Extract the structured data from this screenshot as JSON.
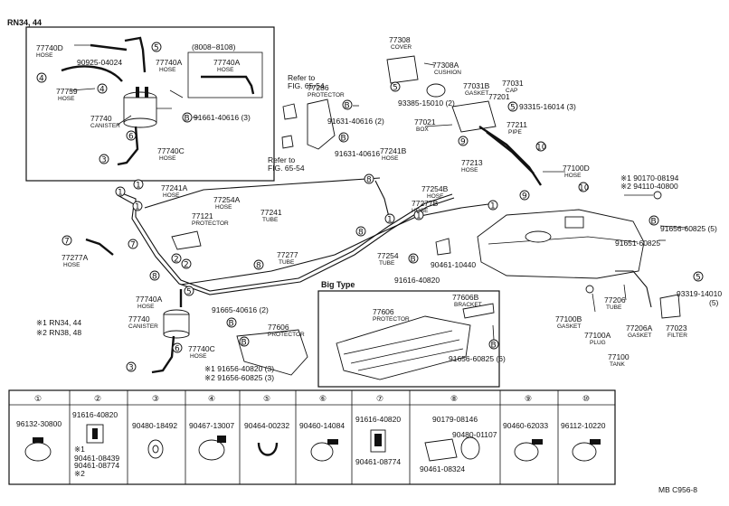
{
  "diagram": {
    "model_label": "RN34, 44",
    "inset_range": "(8008−8108)",
    "legend": {
      "m1": "※1 RN34, 44",
      "m2": "※2 RN38, 48"
    },
    "big_type_label": "Big Type",
    "figure_code": "MB  C956-8",
    "refs": [
      {
        "text1": "Refer to",
        "text2": "FIG. 65-54"
      },
      {
        "text1": "Refer to",
        "text2": "FIG. 65-54"
      }
    ],
    "callouts": [
      {
        "num": "77740D",
        "name": "HOSE"
      },
      {
        "num": "90925-04024",
        "name": ""
      },
      {
        "num": "77740A",
        "name": "HOSE"
      },
      {
        "num": "77740A",
        "name": "HOSE"
      },
      {
        "num": "77759",
        "name": "HOSE"
      },
      {
        "num": "77740",
        "name": "CANISTER"
      },
      {
        "num": "91661-40616 (3)",
        "name": ""
      },
      {
        "num": "77740C",
        "name": "HOSE"
      },
      {
        "num": "77286",
        "name": "PROTECTOR"
      },
      {
        "num": "91631-40616 (2)",
        "name": ""
      },
      {
        "num": "91631-40616",
        "name": ""
      },
      {
        "num": "77308",
        "name": "COVER"
      },
      {
        "num": "77308A",
        "name": "CUSHION"
      },
      {
        "num": "77031B",
        "name": "GASKET"
      },
      {
        "num": "77031",
        "name": "CAP"
      },
      {
        "num": "93385-15010 (2)",
        "name": ""
      },
      {
        "num": "77201",
        "name": ""
      },
      {
        "num": "93315-16014 (3)",
        "name": ""
      },
      {
        "num": "77021",
        "name": "BOX"
      },
      {
        "num": "77211",
        "name": "PIPE"
      },
      {
        "num": "77241B",
        "name": "HOSE"
      },
      {
        "num": "77213",
        "name": "HOSE"
      },
      {
        "num": "77100D",
        "name": "HOSE"
      },
      {
        "num": "※1 90170-08194",
        "name": ""
      },
      {
        "num": "※2 94110-40800",
        "name": ""
      },
      {
        "num": "77254B",
        "name": "HOSE"
      },
      {
        "num": "77241A",
        "name": "HOSE"
      },
      {
        "num": "77254A",
        "name": "HOSE"
      },
      {
        "num": "77121",
        "name": "PROTECTOR"
      },
      {
        "num": "77241",
        "name": "TUBE"
      },
      {
        "num": "77277B",
        "name": "HOSE"
      },
      {
        "num": "91656-60825 (5)",
        "name": ""
      },
      {
        "num": "91651-60825",
        "name": ""
      },
      {
        "num": "77277A",
        "name": "HOSE"
      },
      {
        "num": "77277",
        "name": "TUBE"
      },
      {
        "num": "77254",
        "name": "TUBE"
      },
      {
        "num": "90461-10440",
        "name": ""
      },
      {
        "num": "91616-40820",
        "name": ""
      },
      {
        "num": "77740A",
        "name": "HOSE"
      },
      {
        "num": "77740",
        "name": "CANISTER"
      },
      {
        "num": "77740C",
        "name": "HOSE"
      },
      {
        "num": "91665-40616 (2)",
        "name": ""
      },
      {
        "num": "77606",
        "name": "PROTECTOR"
      },
      {
        "num": "※1 91656-40820 (3)",
        "name": ""
      },
      {
        "num": "※2 91656-60825 (3)",
        "name": ""
      },
      {
        "num": "77606",
        "name": "PROTECTOR"
      },
      {
        "num": "77606B",
        "name": "BRACKET"
      },
      {
        "num": "91656-60825 (6)",
        "name": ""
      },
      {
        "num": "93319-14010",
        "name": "(5)"
      },
      {
        "num": "77206",
        "name": "TUBE"
      },
      {
        "num": "77100B",
        "name": "GASKET"
      },
      {
        "num": "77206A",
        "name": "GASKET"
      },
      {
        "num": "77023",
        "name": "FILTER"
      },
      {
        "num": "77100A",
        "name": "PLUG"
      },
      {
        "num": "77100",
        "name": "TANK"
      }
    ],
    "table": [
      {
        "num": "①",
        "parts": [
          "96132-30800"
        ]
      },
      {
        "num": "②",
        "parts": [
          "91616-40820",
          "※1",
          "90461-08439",
          "90461-08774",
          "※2"
        ]
      },
      {
        "num": "③",
        "parts": [
          "90480-18492"
        ]
      },
      {
        "num": "④",
        "parts": [
          "90467-13007"
        ]
      },
      {
        "num": "⑤",
        "parts": [
          "90464-00232"
        ]
      },
      {
        "num": "⑥",
        "parts": [
          "90460-14084"
        ]
      },
      {
        "num": "⑦",
        "parts": [
          "91616-40820",
          "90461-08774"
        ]
      },
      {
        "num": "⑧",
        "parts": [
          "90179-08146",
          "90480-01107",
          "90461-08324"
        ]
      },
      {
        "num": "⑨",
        "parts": [
          "90460-62033"
        ]
      },
      {
        "num": "⑩",
        "parts": [
          "96112-10220"
        ]
      }
    ]
  }
}
